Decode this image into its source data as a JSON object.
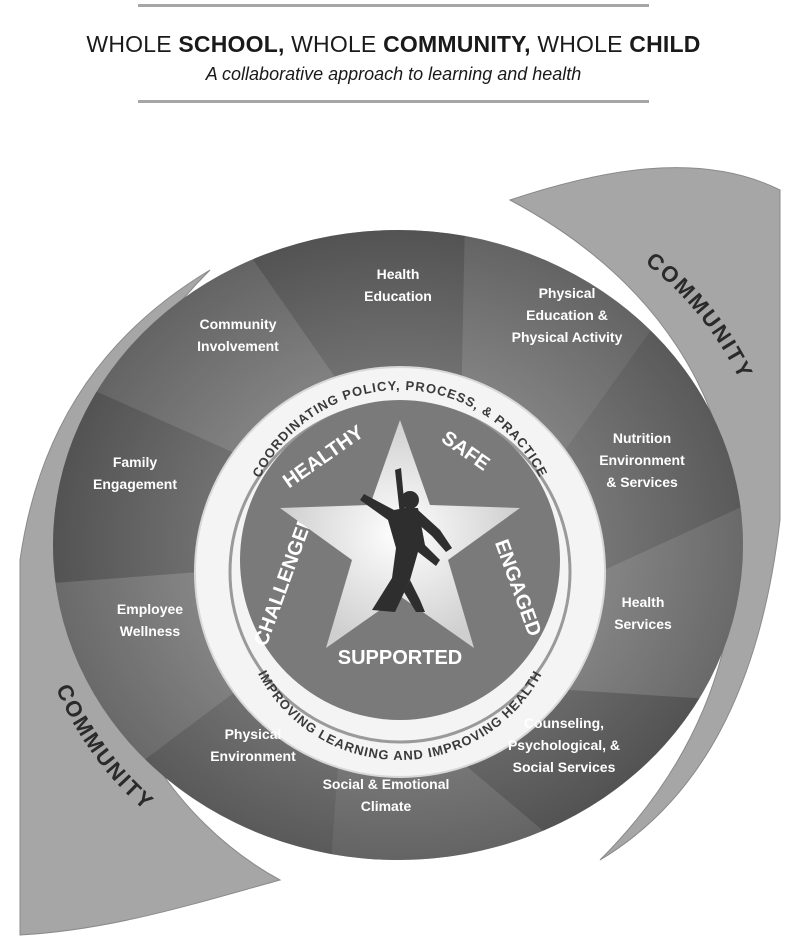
{
  "header": {
    "title_parts": [
      {
        "text": "WHOLE ",
        "bold": false
      },
      {
        "text": "SCHOOL,",
        "bold": true
      },
      {
        "text": " WHOLE ",
        "bold": false
      },
      {
        "text": "COMMUNITY,",
        "bold": true
      },
      {
        "text": " WHOLE ",
        "bold": false
      },
      {
        "text": "CHILD",
        "bold": true
      }
    ],
    "subtitle": "A collaborative approach to learning and health"
  },
  "outer_band": {
    "top_right": "COMMUNITY",
    "bottom_left": "COMMUNITY"
  },
  "components": [
    {
      "lines": [
        "Health",
        "Education"
      ]
    },
    {
      "lines": [
        "Physical",
        "Education &",
        "Physical Activity"
      ]
    },
    {
      "lines": [
        "Nutrition",
        "Environment",
        "& Services"
      ]
    },
    {
      "lines": [
        "Health",
        "Services"
      ]
    },
    {
      "lines": [
        "Counseling,",
        "Psychological, &",
        "Social Services"
      ]
    },
    {
      "lines": [
        "Social & Emotional",
        "Climate"
      ]
    },
    {
      "lines": [
        "Physical",
        "Environment"
      ]
    },
    {
      "lines": [
        "Employee",
        "Wellness"
      ]
    },
    {
      "lines": [
        "Family",
        "Engagement"
      ]
    },
    {
      "lines": [
        "Community",
        "Involvement"
      ]
    }
  ],
  "ring": {
    "top": "COORDINATING POLICY, PROCESS, & PRACTICE",
    "bottom": "IMPROVING LEARNING AND IMPROVING HEALTH"
  },
  "star": {
    "words": [
      "HEALTHY",
      "SAFE",
      "ENGAGED",
      "SUPPORTED",
      "CHALLENGED"
    ]
  },
  "colors": {
    "wheel_dark": "#4a4a4a",
    "wheel_mid": "#6e6e6e",
    "wheel_light": "#8a8a8a",
    "band": "#a8a8a8",
    "ring": "#f2f2f2",
    "star": "#e6e6e6"
  },
  "icons": {
    "figure": "jumping-student-figure"
  }
}
